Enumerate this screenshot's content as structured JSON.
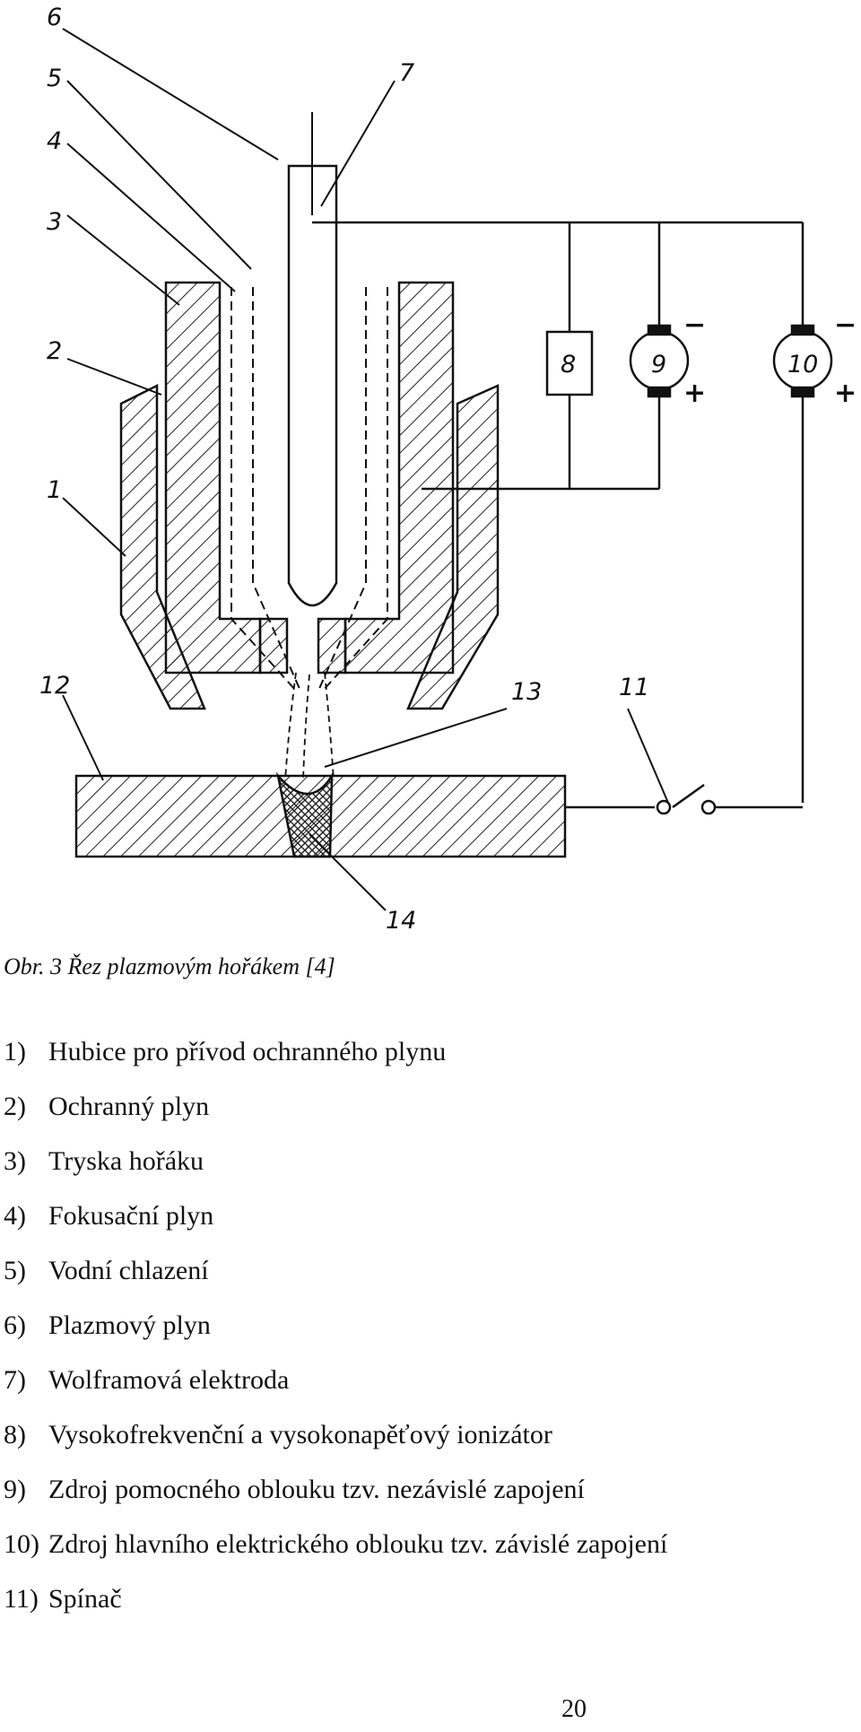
{
  "figure": {
    "callouts": [
      "1",
      "2",
      "3",
      "4",
      "5",
      "6",
      "7",
      "8",
      "9",
      "10",
      "11",
      "12",
      "13",
      "14"
    ],
    "polarity": {
      "minus": "−",
      "plus": "+"
    },
    "caption": "Obr. 3 Řez plazmovým hořákem [4]"
  },
  "legend": [
    {
      "num": "1)",
      "text": "Hubice pro přívod ochranného plynu"
    },
    {
      "num": "2)",
      "text": "Ochranný plyn"
    },
    {
      "num": "3)",
      "text": "Tryska hořáku"
    },
    {
      "num": "4)",
      "text": "Fokusační plyn"
    },
    {
      "num": "5)",
      "text": "Vodní chlazení"
    },
    {
      "num": "6)",
      "text": "Plazmový plyn"
    },
    {
      "num": "7)",
      "text": "Wolframová elektroda"
    },
    {
      "num": "8)",
      "text": "Vysokofrekvenční a vysokonapěťový ionizátor"
    },
    {
      "num": "9)",
      "text": "Zdroj pomocného oblouku tzv. nezávislé zapojení"
    },
    {
      "num": "10)",
      "text": "Zdroj hlavního elektrického  oblouku  tzv. závislé zapojení"
    },
    {
      "num": "11)",
      "text": "Spínač"
    }
  ],
  "page_number": "20"
}
